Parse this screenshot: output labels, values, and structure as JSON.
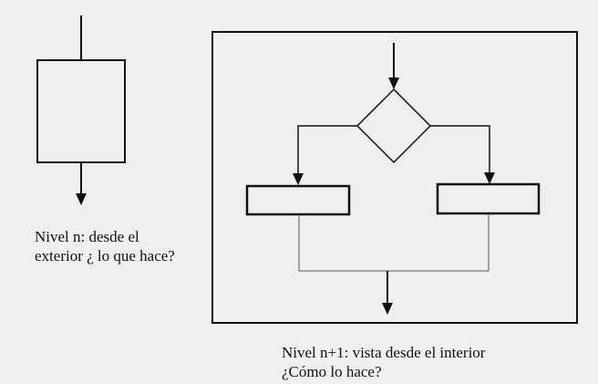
{
  "captions": {
    "outer": {
      "line1": "Nivel n: desde el",
      "line2": "exterior ¿ lo que hace?"
    },
    "inner": {
      "line1": "Nivel n+1: vista desde el interior",
      "line2": "¿Cómo lo hace?"
    }
  },
  "colors": {
    "stroke": "#111111",
    "background": "#efefef",
    "thin_line": "#555555"
  }
}
